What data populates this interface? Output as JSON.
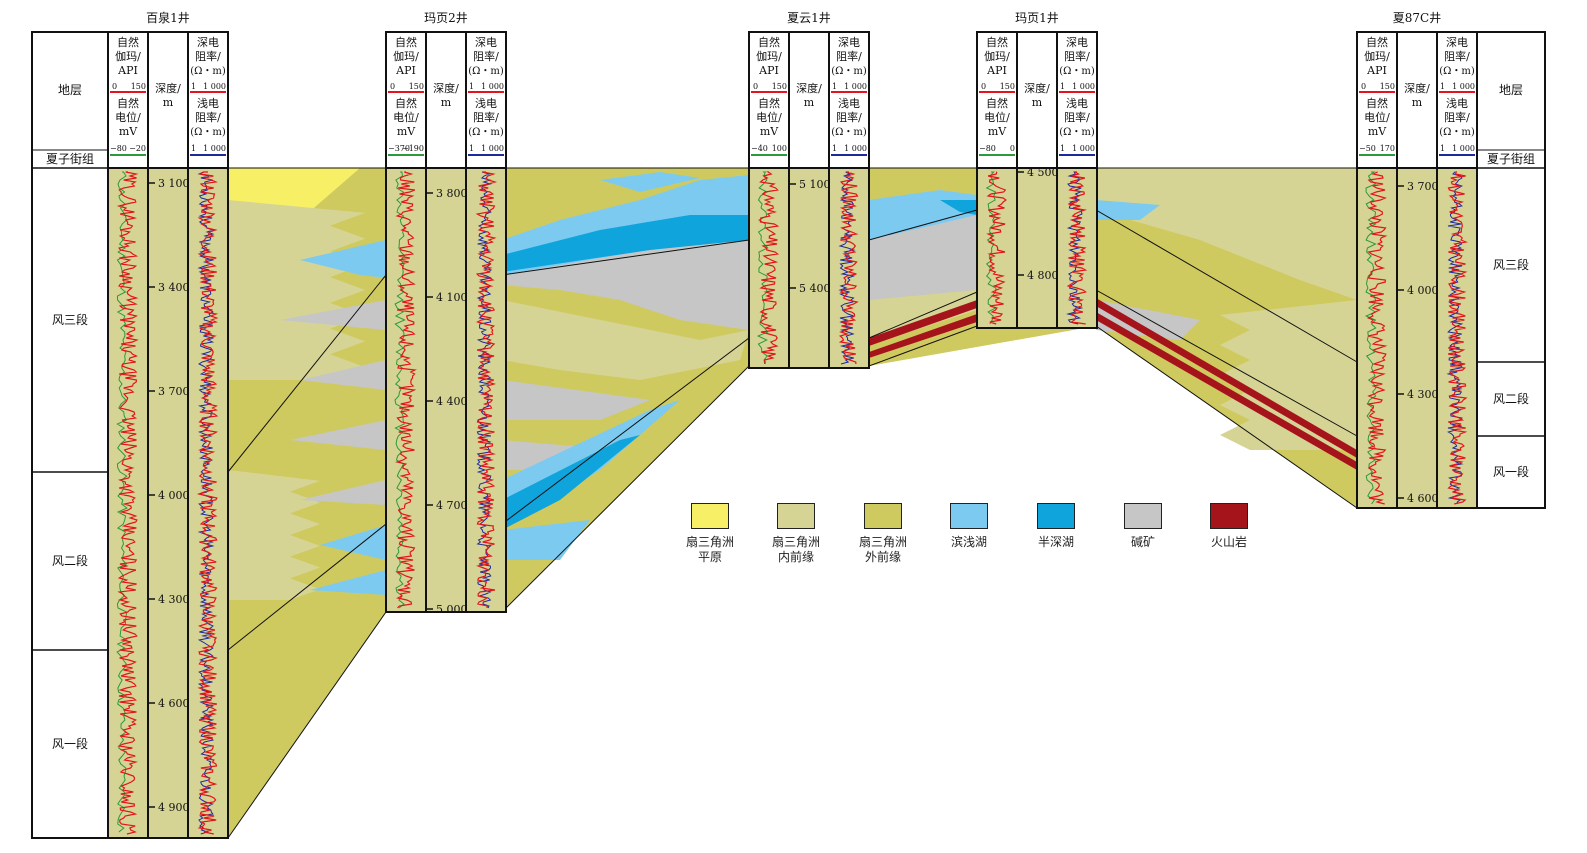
{
  "facies_colors": {
    "plain": "#f7ef65",
    "inner": "#d6d495",
    "outer": "#cfca5f",
    "shallow": "#7ccaf0",
    "semi": "#0fa4dc",
    "trona": "#c6c6c6",
    "volcanic": "#a6141b"
  },
  "legend": [
    {
      "key": "plain",
      "label_1": "扇三角洲",
      "label_2": "平原"
    },
    {
      "key": "inner",
      "label_1": "扇三角洲",
      "label_2": "内前缘"
    },
    {
      "key": "outer",
      "label_1": "扇三角洲",
      "label_2": "外前缘"
    },
    {
      "key": "shallow",
      "label_1": "滨浅湖",
      "label_2": ""
    },
    {
      "key": "semi",
      "label_1": "半深湖",
      "label_2": ""
    },
    {
      "key": "trona",
      "label_1": "碱矿",
      "label_2": ""
    },
    {
      "key": "volcanic",
      "label_1": "火山岩",
      "label_2": ""
    }
  ],
  "headers": {
    "strata": "地层",
    "gr_1": "自然",
    "gr_2": "伽玛/",
    "gr_3": "API",
    "sp_1": "自然",
    "sp_2": "电位/",
    "sp_3": "mV",
    "depth_1": "深度/",
    "depth_2": "m",
    "deep_1": "深电",
    "deep_2": "阻率/",
    "deep_3": "(Ω・m)",
    "shallow_1": "浅电",
    "shallow_2": "阻率/",
    "shallow_3": "(Ω・m)",
    "res_scale_min": "1",
    "res_scale_max": "1 000"
  },
  "wells": [
    {
      "name": "百泉1井",
      "gr_min": "0",
      "gr_max": "150",
      "sp_min": "−80",
      "sp_max": "−20",
      "depths": [
        "3 100",
        "3 400",
        "3 700",
        "4 000",
        "4 300",
        "4 600",
        "4 900"
      ]
    },
    {
      "name": "玛页2井",
      "gr_min": "0",
      "gr_max": "150",
      "sp_min": "−370",
      "sp_max": "−190",
      "depths": [
        "3 800",
        "4 100",
        "4 400",
        "4 700",
        "5 000"
      ]
    },
    {
      "name": "夏云1井",
      "gr_min": "0",
      "gr_max": "150",
      "sp_min": "−40",
      "sp_max": "100",
      "depths": [
        "5 100",
        "5 400"
      ]
    },
    {
      "name": "玛页1井",
      "gr_min": "0",
      "gr_max": "150",
      "sp_min": "−80",
      "sp_max": "0",
      "depths": [
        "4 500",
        "4 800"
      ]
    },
    {
      "name": "夏87C井",
      "gr_min": "0",
      "gr_max": "150",
      "sp_min": "−50",
      "sp_max": "170",
      "depths": [
        "3 700",
        "4 000",
        "4 300",
        "4 600"
      ]
    }
  ],
  "strata_left": {
    "top": "夏子街组",
    "f3": "风三段",
    "f2": "风二段",
    "f1": "风一段"
  },
  "strata_right": {
    "top": "夏子街组",
    "f3": "风三段",
    "f2": "风二段",
    "f1": "风一段"
  },
  "log_colors": {
    "gr": "#2a9a3a",
    "sp": "#2a9a3a",
    "resistivity_deep": "#e3141b",
    "resistivity_shallow": "#1f2a9a",
    "gr_scale": "#e3141b"
  }
}
